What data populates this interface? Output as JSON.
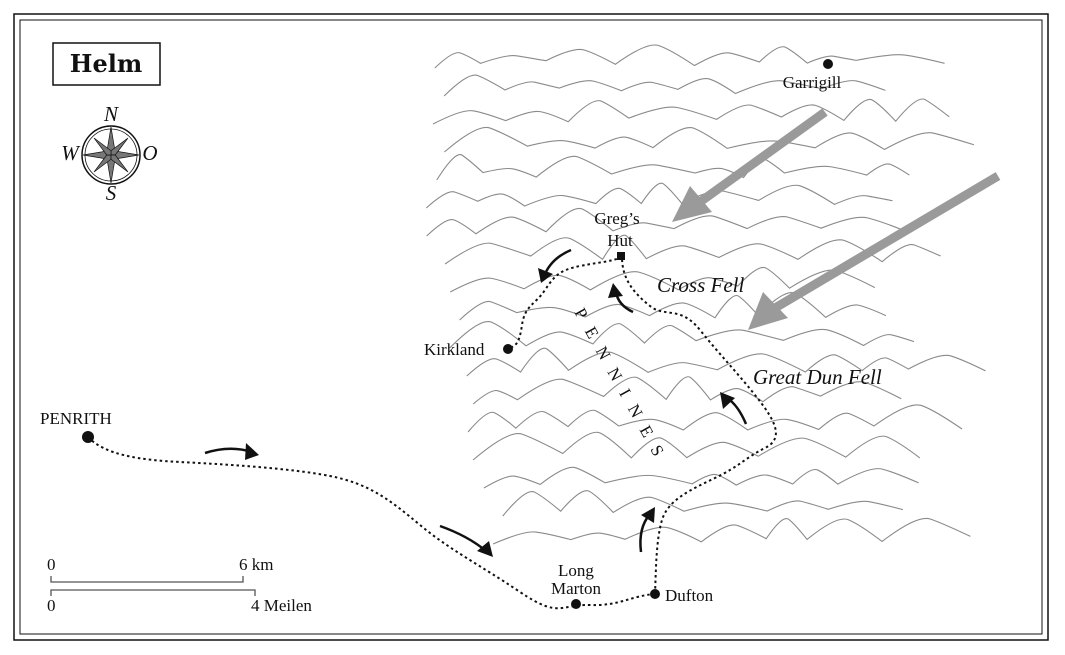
{
  "title": "Helm",
  "compass": {
    "n": "N",
    "s": "S",
    "w": "W",
    "e": "O"
  },
  "places": {
    "garrigill": "Garrigill",
    "gregs_hut_1": "Greg’s",
    "gregs_hut_2": "Hut",
    "cross_fell": "Cross Fell",
    "great_dun_fell": "Great Dun Fell",
    "kirkland": "Kirkland",
    "penrith": "PENRITH",
    "long_marton_1": "Long",
    "long_marton_2": "Marton",
    "dufton": "Dufton",
    "pennines": "PENNINES"
  },
  "scale": {
    "km_zero": "0",
    "km_label": "6 km",
    "mi_zero": "0",
    "mi_label": "4 Meilen"
  },
  "colors": {
    "ink": "#111111",
    "wind_arrow": "#9a9a9a",
    "ridge": "#8a8a8a"
  }
}
